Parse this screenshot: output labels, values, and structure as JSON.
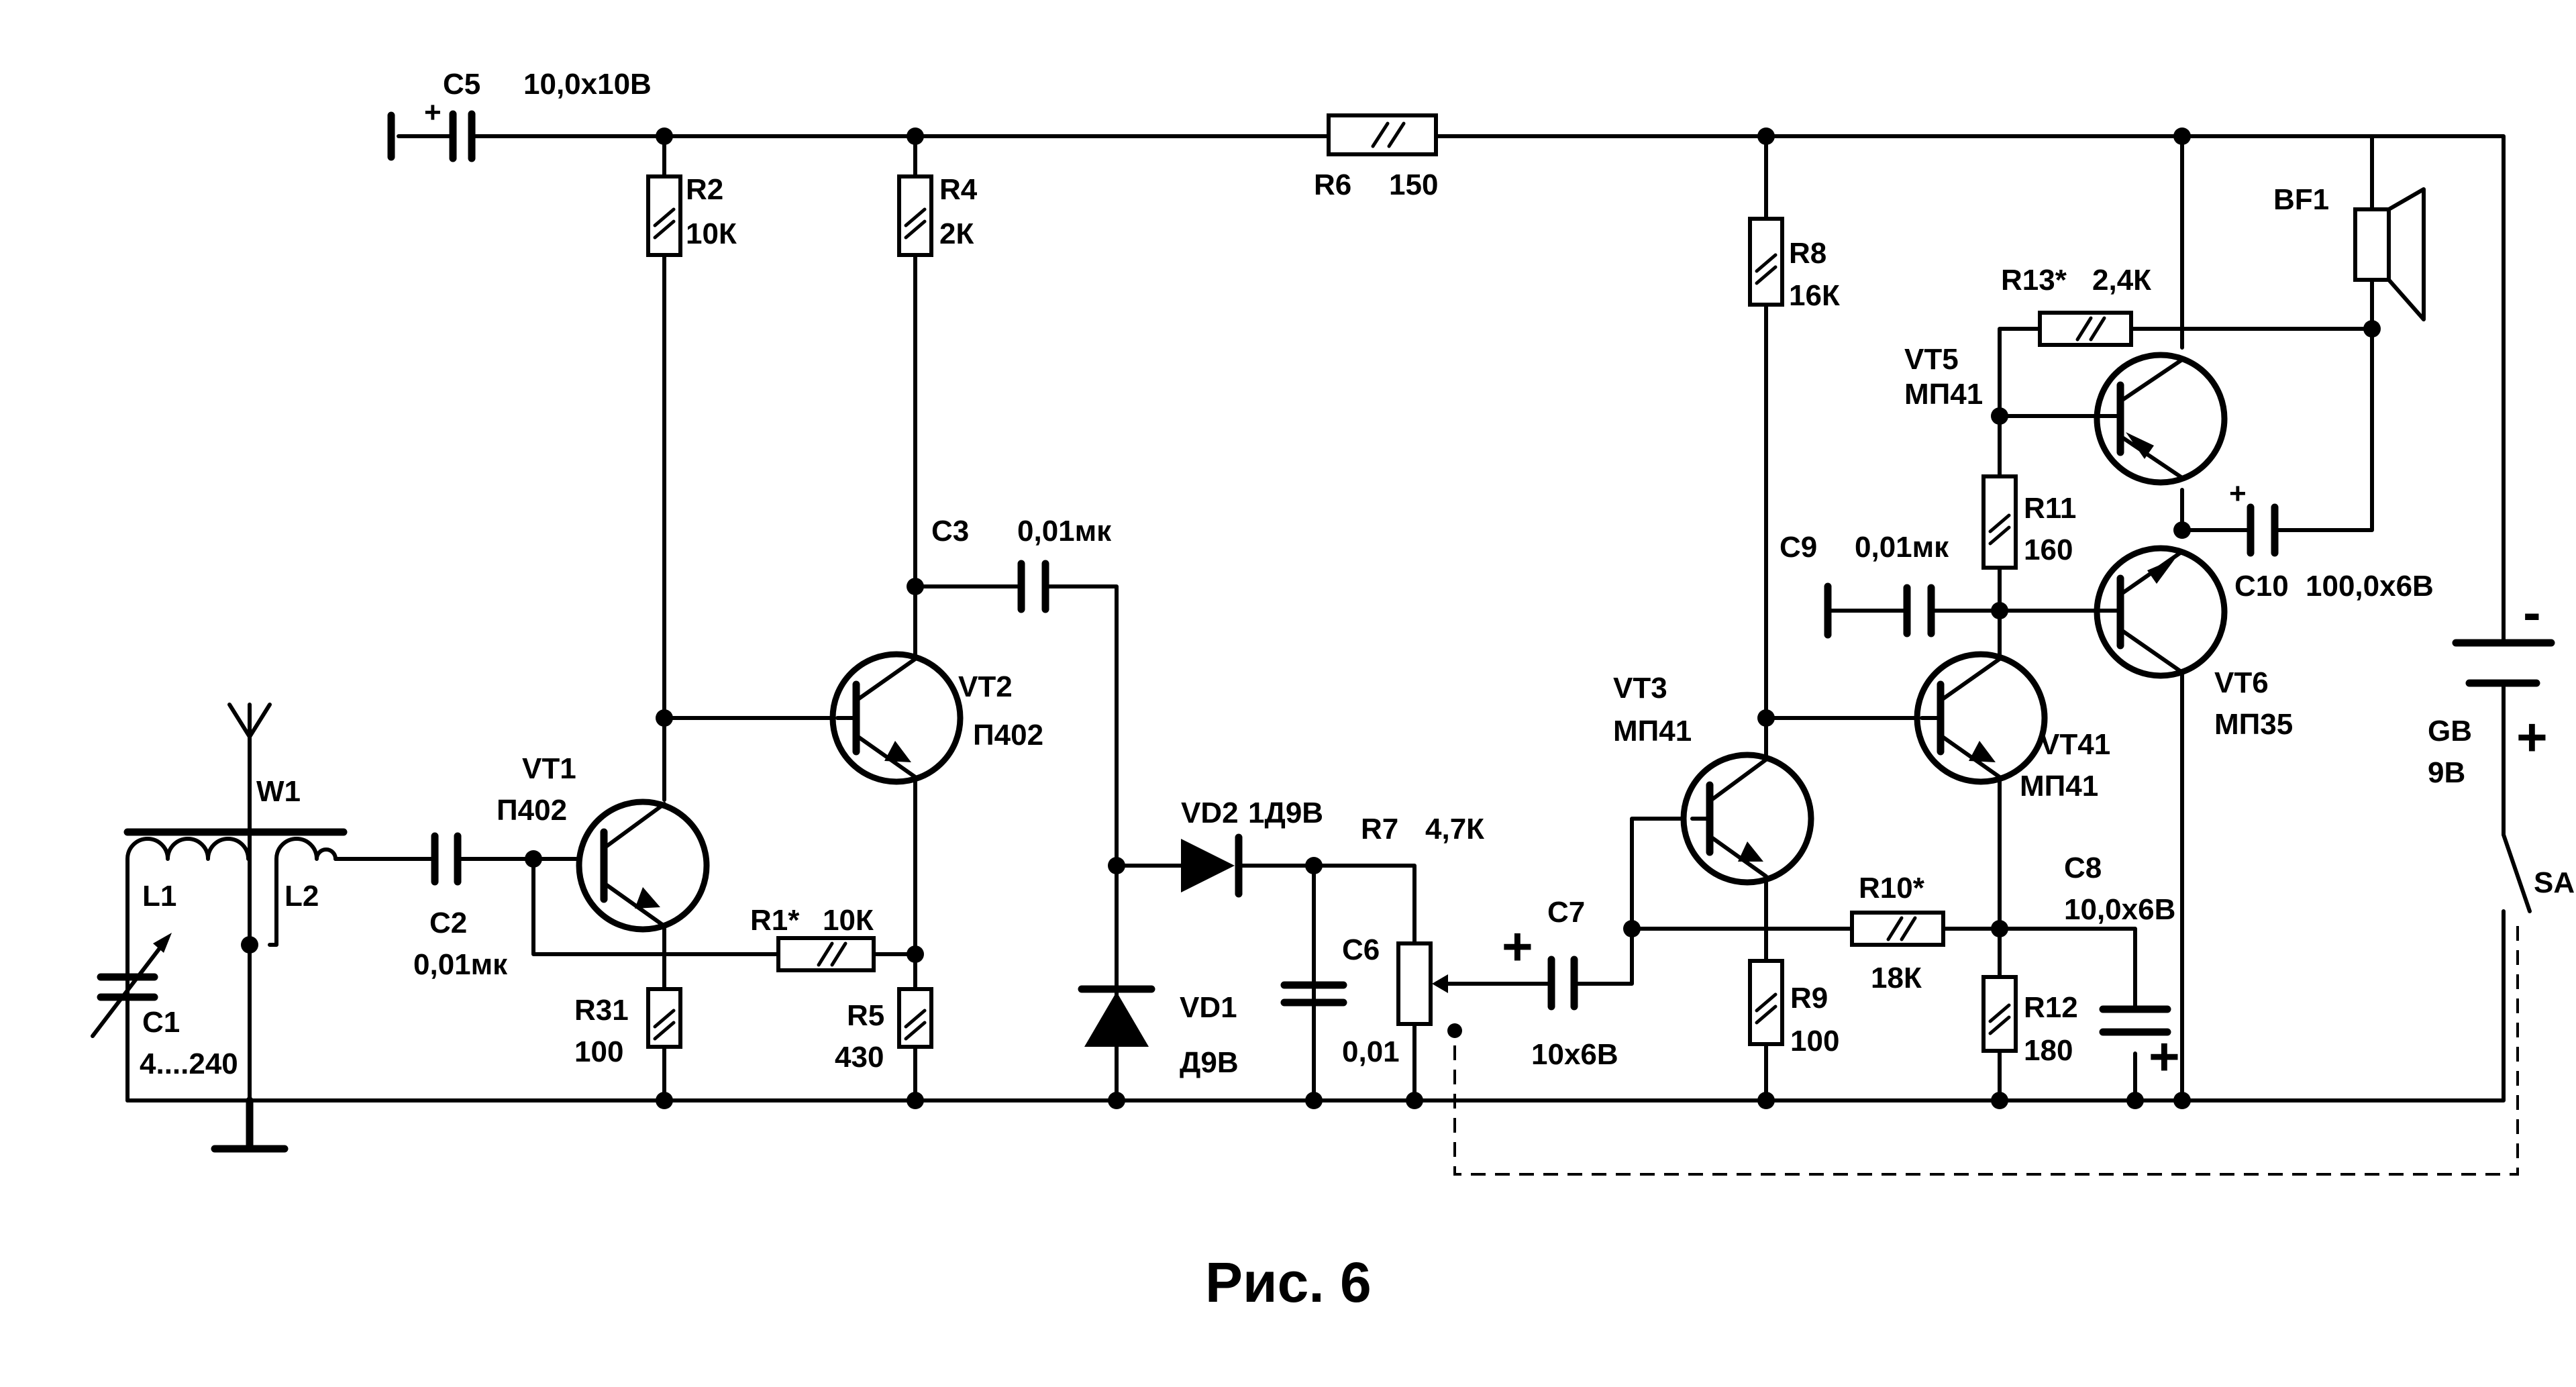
{
  "caption": "Рис. 6",
  "components": {
    "C5": {
      "ref": "C5",
      "value": "10,0х10В",
      "polarity": "+"
    },
    "R2": {
      "ref": "R2",
      "value": "10К"
    },
    "R4": {
      "ref": "R4",
      "value": "2К"
    },
    "R6": {
      "ref": "R6",
      "value": "150"
    },
    "R8": {
      "ref": "R8",
      "value": "16К"
    },
    "BF1": {
      "ref": "BF1"
    },
    "R13": {
      "ref": "R13*",
      "value": "2,4К"
    },
    "VT5": {
      "ref": "VT5",
      "value": "МП41"
    },
    "R11": {
      "ref": "R11",
      "value": "160"
    },
    "C9": {
      "ref": "C9",
      "value": "0,01мк"
    },
    "C10": {
      "ref": "C10",
      "value": "100,0х6В",
      "polarity": "+"
    },
    "VT6": {
      "ref": "VT6",
      "value": "МП35"
    },
    "GB": {
      "ref": "GB",
      "value": "9В",
      "minus": "-",
      "plus": "+"
    },
    "SA": {
      "ref": "SA"
    },
    "W1": {
      "ref": "W1"
    },
    "L1": {
      "ref": "L1"
    },
    "L2": {
      "ref": "L2"
    },
    "C1": {
      "ref": "C1",
      "value": "4....240"
    },
    "C2": {
      "ref": "C2",
      "value": "0,01мк"
    },
    "VT1": {
      "ref": "VT1",
      "value": "П402"
    },
    "R31": {
      "ref": "R31",
      "value": "100"
    },
    "R1": {
      "ref": "R1*",
      "value": "10К"
    },
    "R5": {
      "ref": "R5",
      "value": "430"
    },
    "VT2": {
      "ref": "VT2",
      "value": "П402"
    },
    "C3": {
      "ref": "C3",
      "value": "0,01мк"
    },
    "VD2": {
      "ref": "VD2",
      "value": "1Д9В"
    },
    "VD1": {
      "ref": "VD1",
      "value": "Д9В"
    },
    "R7": {
      "ref": "R7",
      "value": "4,7К"
    },
    "C6": {
      "ref": "C6",
      "value": "0,01"
    },
    "C7": {
      "ref": "C7",
      "value": "10х6В",
      "polarity": "+"
    },
    "VT3": {
      "ref": "VT3",
      "value": "МП41"
    },
    "R9": {
      "ref": "R9",
      "value": "100"
    },
    "R10": {
      "ref": "R10*",
      "value": "18К"
    },
    "VT4": {
      "ref": "VT41",
      "value": "МП41"
    },
    "R12": {
      "ref": "R12",
      "value": "180"
    },
    "C8": {
      "ref": "C8",
      "value": "10,0х6В",
      "polarity": "+"
    }
  }
}
